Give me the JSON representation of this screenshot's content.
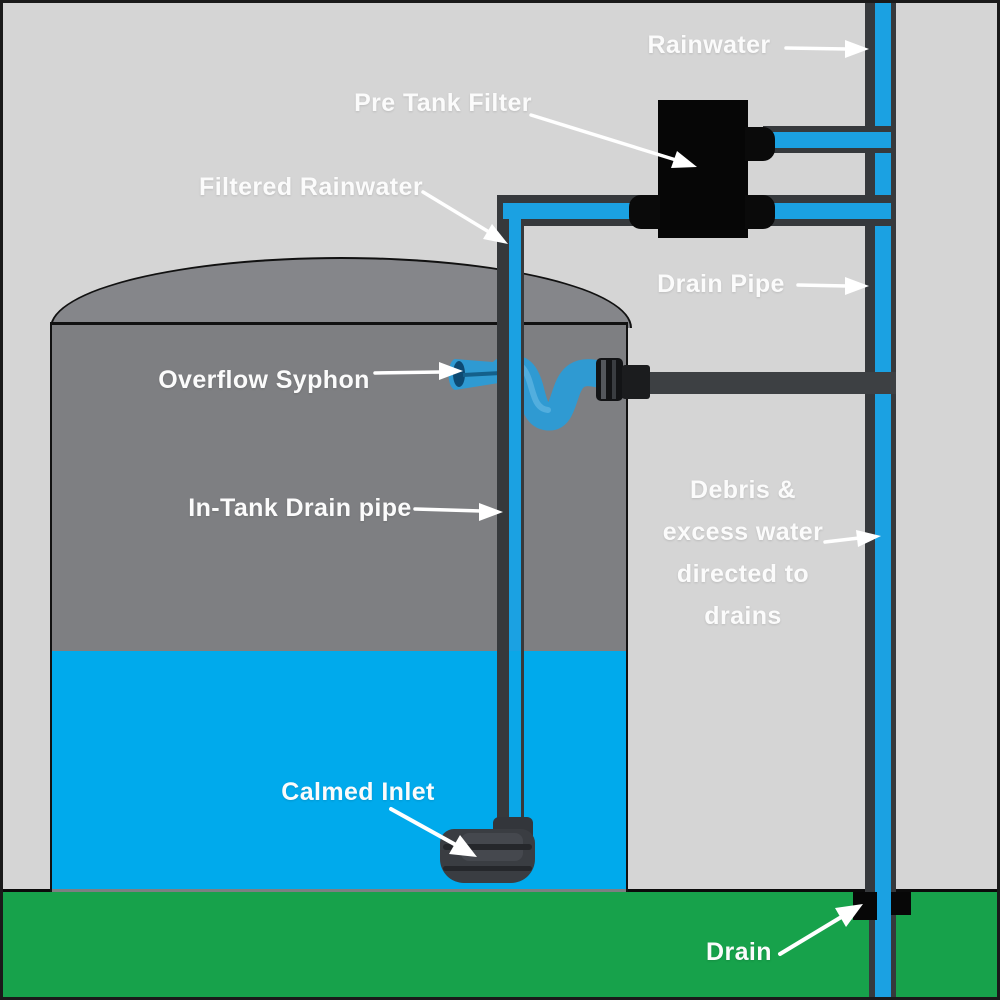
{
  "diagram": {
    "labels": {
      "rainwater": "Rainwater",
      "pre_tank_filter": "Pre Tank Filter",
      "filtered_rainwater": "Filtered Rainwater",
      "drain_pipe": "Drain Pipe",
      "overflow_syphon": "Overflow Syphon",
      "in_tank_drain_pipe": "In-Tank Drain pipe",
      "debris_note": {
        "line1": "Debris &",
        "line2": "excess water",
        "line3": "directed to",
        "line4": "drains"
      },
      "calmed_inlet": "Calmed Inlet",
      "drain": "Drain"
    },
    "colors": {
      "background": "#d5d5d5",
      "tank_gray": "#7e7f82",
      "dome_gray": "#85868a",
      "water_blue": "#00aaec",
      "pipe_blue": "#1ba1e2",
      "pipe_casing_dark": "#36393c",
      "overflow_pipe_dark": "#3d4043",
      "ground_green": "#17a24b",
      "filter_black": "#060606",
      "syphon_blue": "#2f9ad2",
      "label_text": "#fbfbfb"
    }
  }
}
